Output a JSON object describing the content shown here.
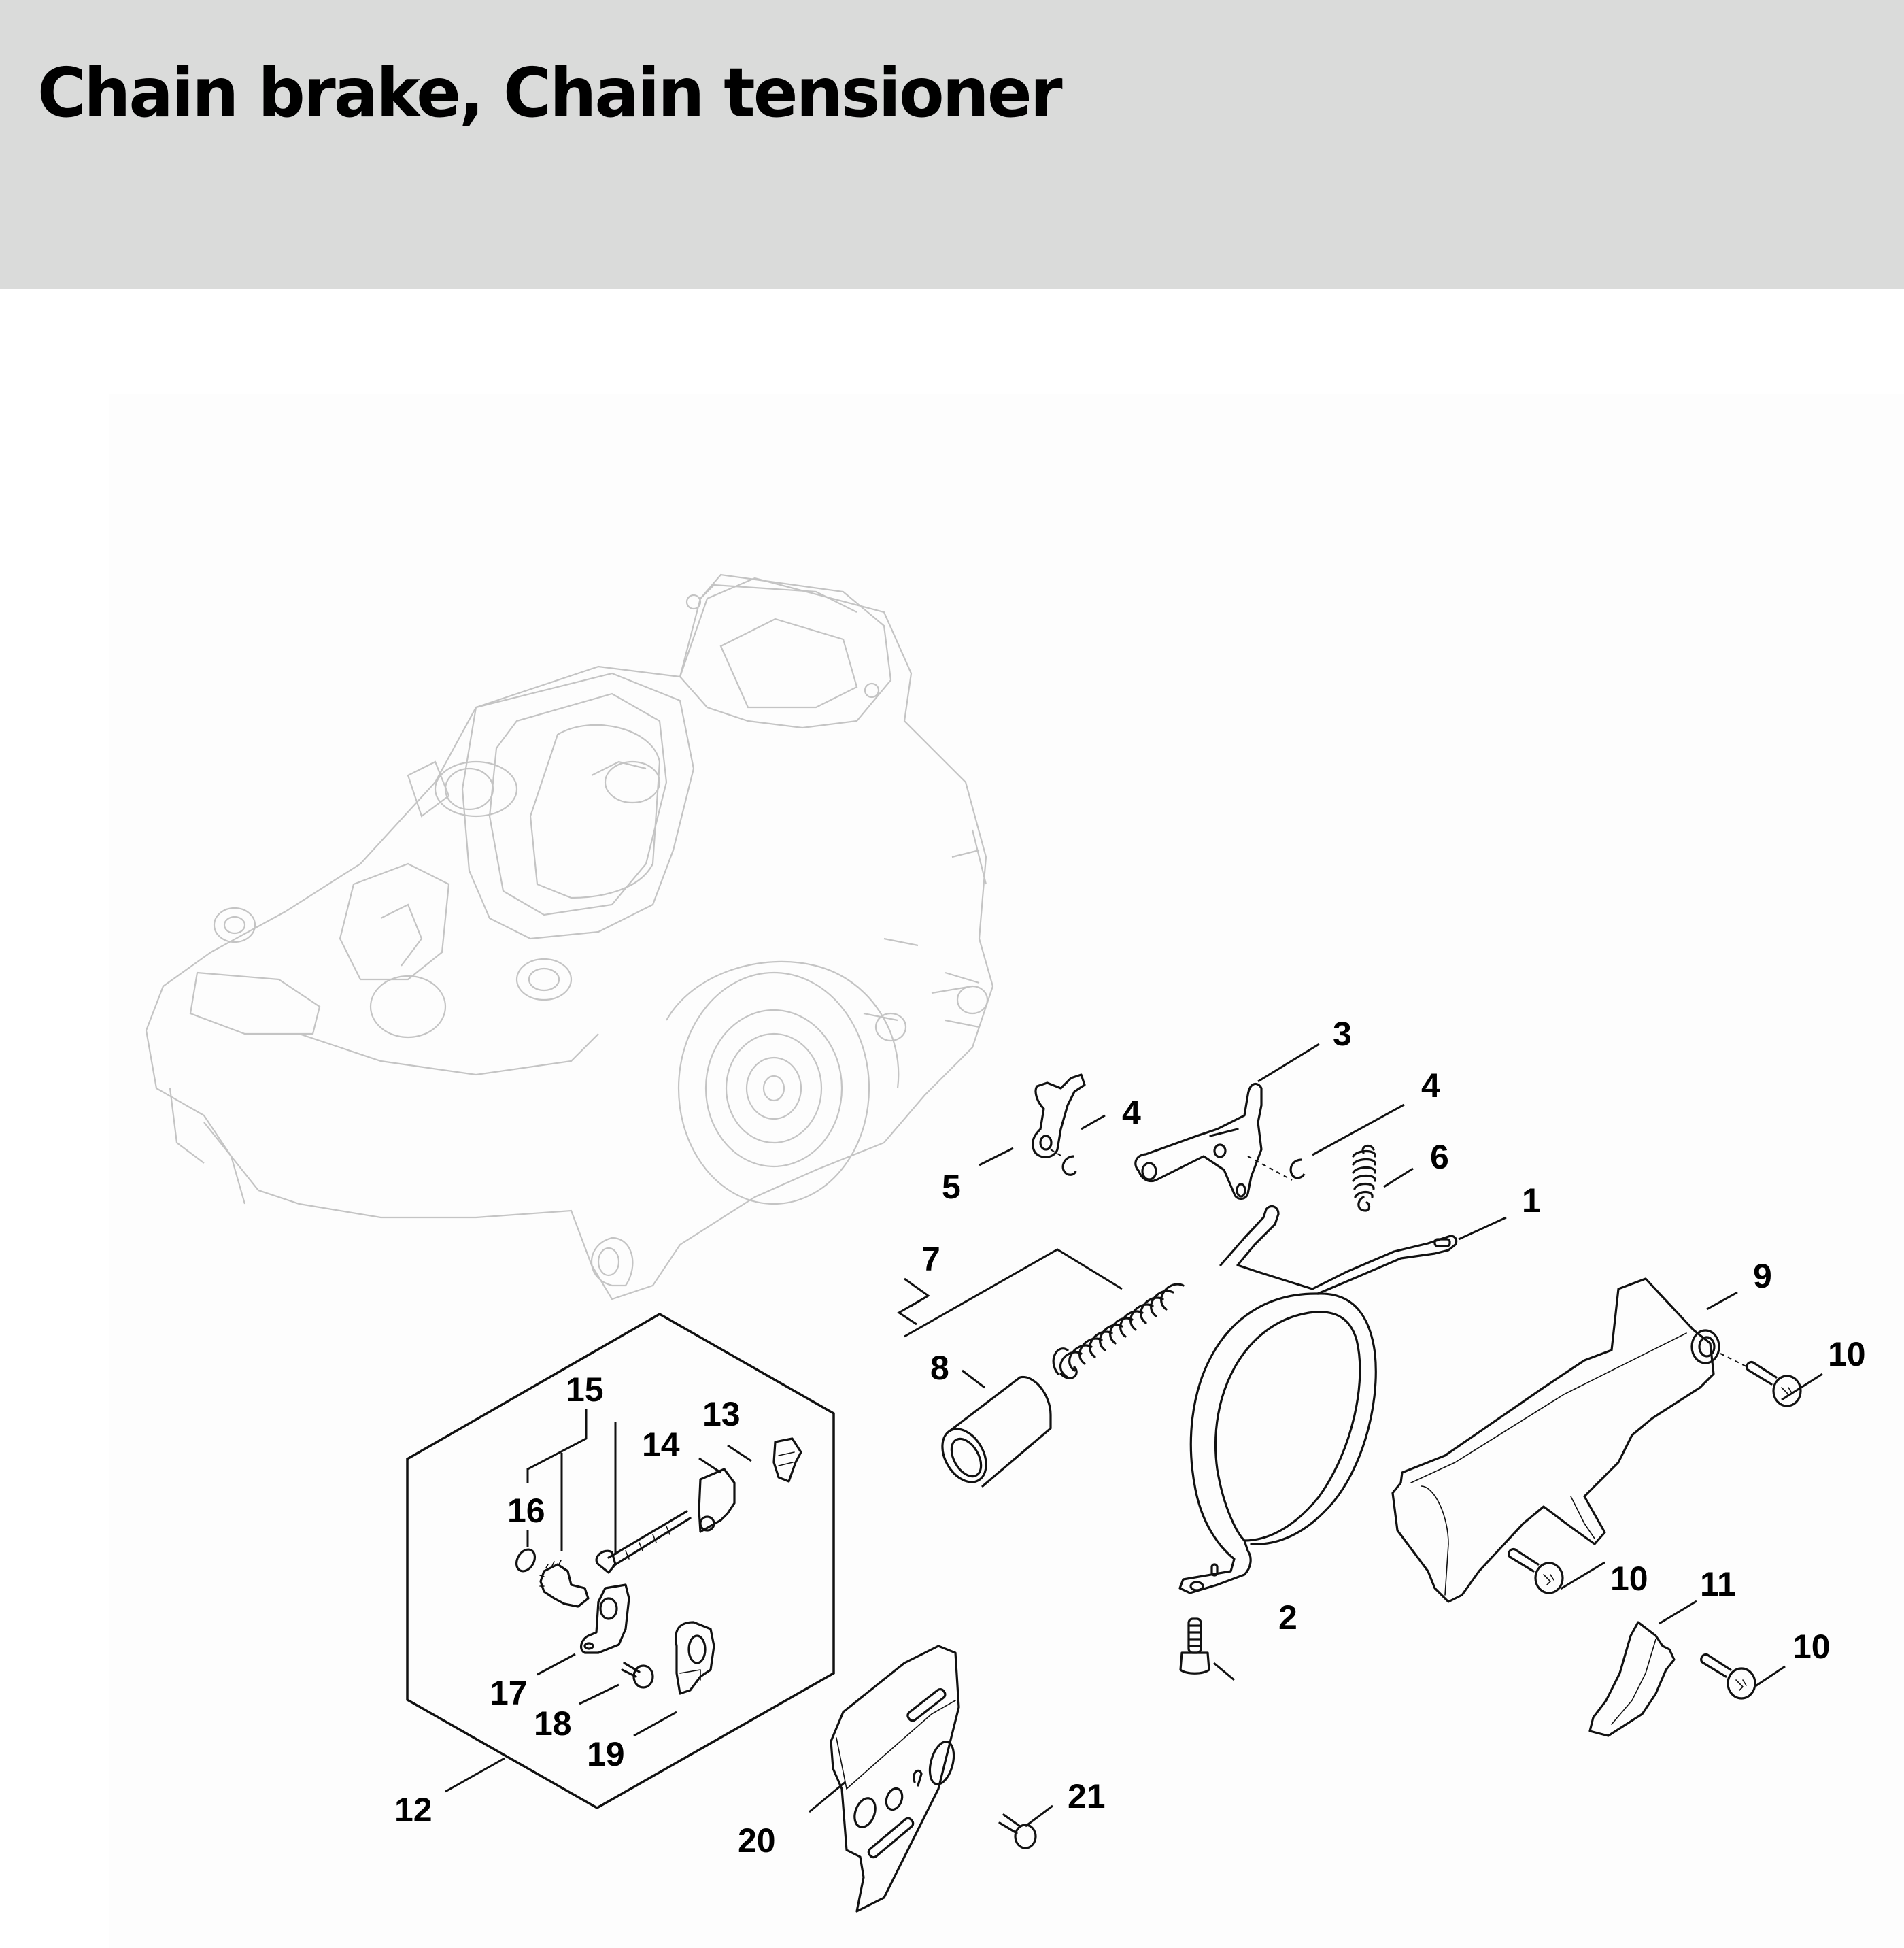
{
  "header": {
    "title": "Chain brake, Chain tensioner",
    "background_color": "#dadbda"
  },
  "diagram": {
    "background_context": "chainsaw engine housing (grey reference drawing)",
    "callouts": [
      {
        "id": "c1",
        "label": "1",
        "part": "brake band"
      },
      {
        "id": "c2",
        "label": "2",
        "part": "screw"
      },
      {
        "id": "c3",
        "label": "3",
        "part": "bell crank / brake lever"
      },
      {
        "id": "c4a",
        "label": "4",
        "part": "e-clip"
      },
      {
        "id": "c4b",
        "label": "4",
        "part": "e-clip"
      },
      {
        "id": "c5",
        "label": "5",
        "part": "lever"
      },
      {
        "id": "c6",
        "label": "6",
        "part": "tension spring"
      },
      {
        "id": "c7",
        "label": "7",
        "part": "brake spring assembly"
      },
      {
        "id": "c8",
        "label": "8",
        "part": "sleeve"
      },
      {
        "id": "c9",
        "label": "9",
        "part": "chain brake cover"
      },
      {
        "id": "c10a",
        "label": "10",
        "part": "screw"
      },
      {
        "id": "c10b",
        "label": "10",
        "part": "screw"
      },
      {
        "id": "c10c",
        "label": "10",
        "part": "screw"
      },
      {
        "id": "c11",
        "label": "11",
        "part": "chain catcher"
      },
      {
        "id": "c12",
        "label": "12",
        "part": "chain tensioner kit"
      },
      {
        "id": "c13",
        "label": "13",
        "part": "clip"
      },
      {
        "id": "c14",
        "label": "14",
        "part": "adjusting screw with slide"
      },
      {
        "id": "c15",
        "label": "15",
        "part": "gear set"
      },
      {
        "id": "c16",
        "label": "16",
        "part": "o-ring"
      },
      {
        "id": "c17",
        "label": "17",
        "part": "plate"
      },
      {
        "id": "c18",
        "label": "18",
        "part": "screw"
      },
      {
        "id": "c19",
        "label": "19",
        "part": "cover plate"
      },
      {
        "id": "c20",
        "label": "20",
        "part": "guide plate"
      },
      {
        "id": "c21",
        "label": "21",
        "part": "screw"
      }
    ]
  }
}
